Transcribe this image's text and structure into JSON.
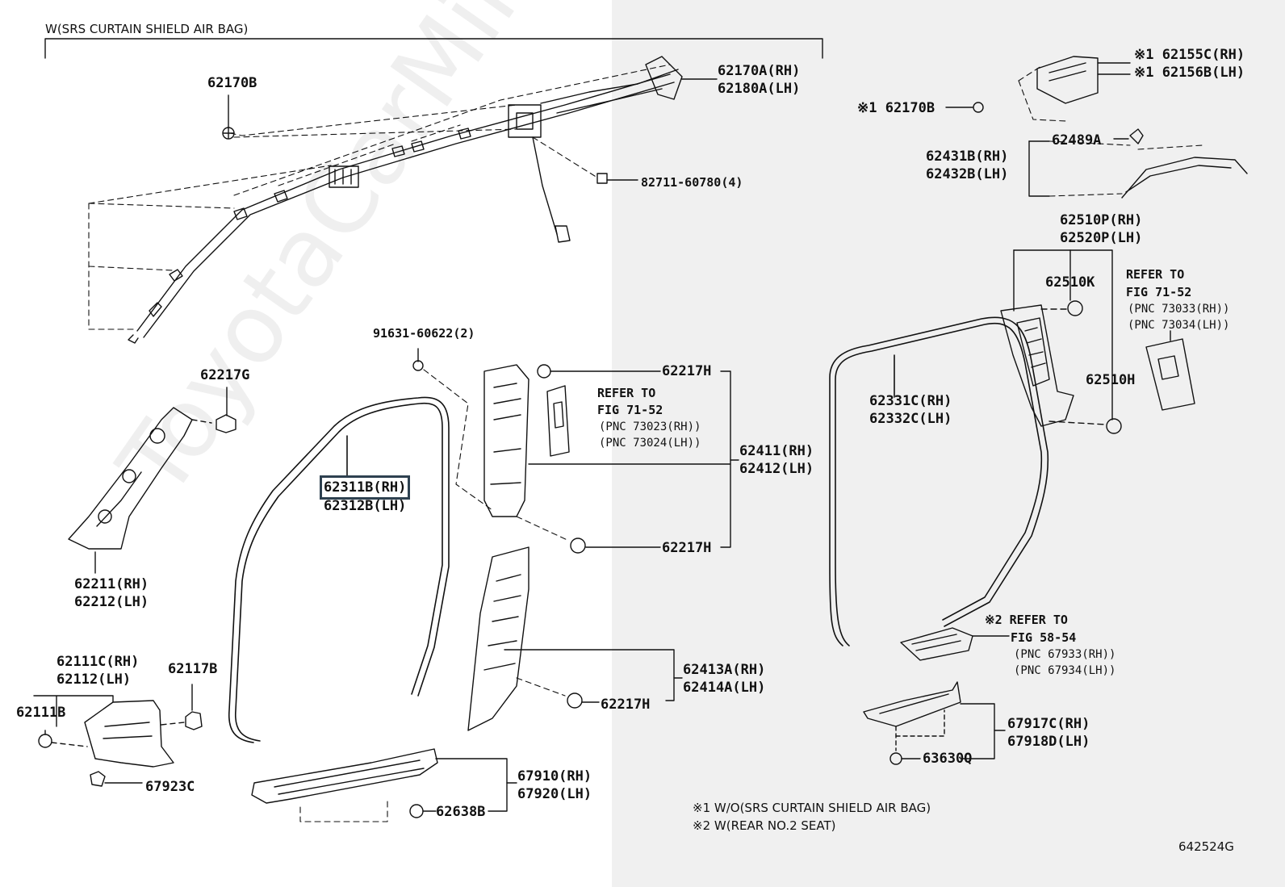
{
  "header": {
    "title": "W(SRS CURTAIN SHIELD AIR BAG)"
  },
  "watermark": "ToyotaCarMine.ru",
  "figure_id": "642524G",
  "notes": [
    "※1  W/O(SRS CURTAIN SHIELD AIR BAG)",
    "※2  W(REAR NO.2 SEAT)"
  ],
  "labels": {
    "p62170a_rh": "62170A(RH)",
    "p62180a_lh": "62180A(LH)",
    "p62170b": "62170B",
    "p82711": "82711-60780(4)",
    "p62155c": "※1 62155C(RH)",
    "p62156b": "※1 62156B(LH)",
    "p62170b_r": "※1 62170B",
    "p62489a": "62489A",
    "p62431b": "62431B(RH)",
    "p62432b": "62432B(LH)",
    "p62510p": "62510P(RH)",
    "p62520p": "62520P(LH)",
    "p62510k": "62510K",
    "ref1_a": "REFER TO",
    "ref1_b": "FIG 71-52",
    "ref1_c": "(PNC 73033(RH))",
    "ref1_d": "(PNC 73034(LH))",
    "p62510h": "62510H",
    "p91631": "91631-60622(2)",
    "p62217g": "62217G",
    "p62217h_1": "62217H",
    "ref2_a": "REFER TO",
    "ref2_b": "FIG 71-52",
    "ref2_c": "(PNC 73023(RH))",
    "ref2_d": "(PNC 73024(LH))",
    "p62411": "62411(RH)",
    "p62412": "62412(LH)",
    "p62311b": "62311B(RH)",
    "p62312b": "62312B(LH)",
    "p62331c": "62331C(RH)",
    "p62332c": "62332C(LH)",
    "p62211": "62211(RH)",
    "p62212": "62212(LH)",
    "p62217h_2": "62217H",
    "ref3_a": "※2 REFER TO",
    "ref3_b": "FIG 58-54",
    "ref3_c": "(PNC 67933(RH))",
    "ref3_d": "(PNC 67934(LH))",
    "p62111c": "62111C(RH)",
    "p62112": "62112(LH)",
    "p62117b": "62117B",
    "p62111b": "62111B",
    "p62413a": "62413A(RH)",
    "p62414a": "62414A(LH)",
    "p62217h_3": "62217H",
    "p67917c": "67917C(RH)",
    "p67918d": "67918D(LH)",
    "p67923c": "67923C",
    "p63630q": "63630Q",
    "p67910": "67910(RH)",
    "p67920": "67920(LH)",
    "p62638b": "62638B"
  }
}
